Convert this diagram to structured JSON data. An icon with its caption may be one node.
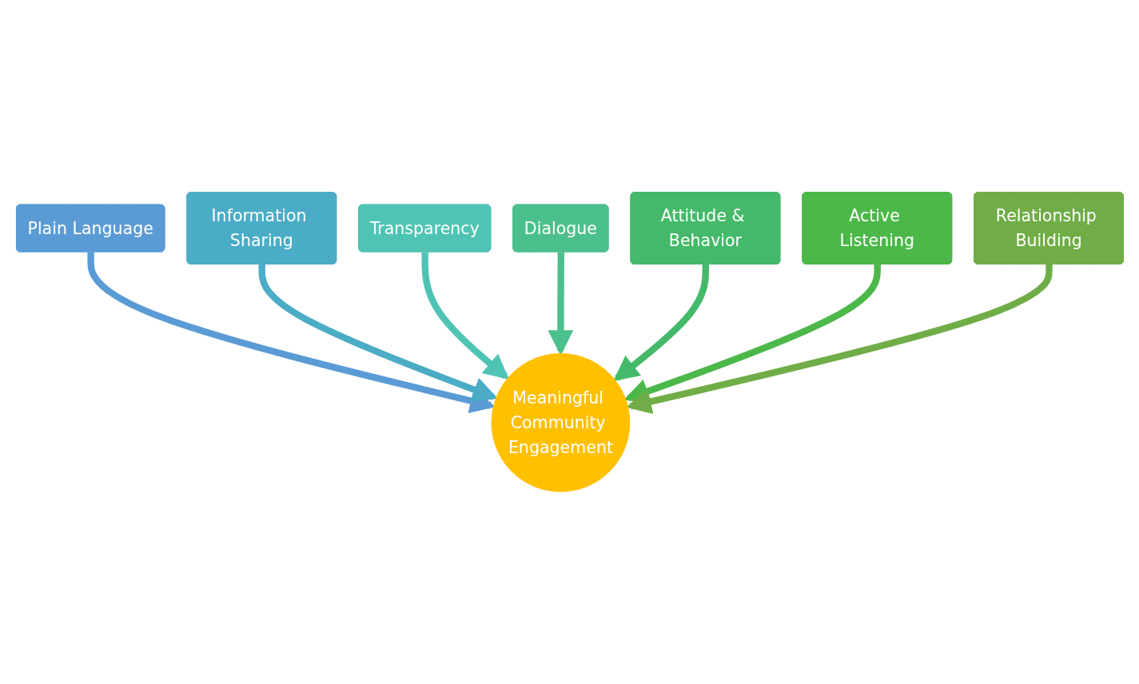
{
  "diagram": {
    "nodes": [
      {
        "text": [
          "Plain Language"
        ]
      },
      {
        "text": [
          "Information Sharing"
        ]
      },
      {
        "text": [
          "Transparency"
        ]
      },
      {
        "text": [
          "Dialogue"
        ]
      },
      {
        "text": [
          "Attitude & Behavior"
        ]
      },
      {
        "text": [
          "Active Listening"
        ]
      },
      {
        "text": [
          "Relationship Building"
        ]
      },
      {
        "text": [
          "Meaningful Community Engagement"
        ]
      }
    ],
    "edges": [
      {
        "from": 0,
        "to": 7,
        "arrow": "to",
        "color": "#5b9bd5"
      },
      {
        "from": 1,
        "to": 7,
        "arrow": "to",
        "color": "#4bacc6"
      },
      {
        "from": 2,
        "to": 7,
        "arrow": "to",
        "color": "#4fc4b4"
      },
      {
        "from": 3,
        "to": 7,
        "arrow": "to",
        "color": "#4cc08c"
      },
      {
        "from": 4,
        "to": 7,
        "arrow": "to",
        "color": "#44b96a"
      },
      {
        "from": 5,
        "to": 7,
        "arrow": "to",
        "color": "#4cb84a"
      },
      {
        "from": 6,
        "to": 7,
        "arrow": "to",
        "color": "#70ad47"
      }
    ]
  }
}
